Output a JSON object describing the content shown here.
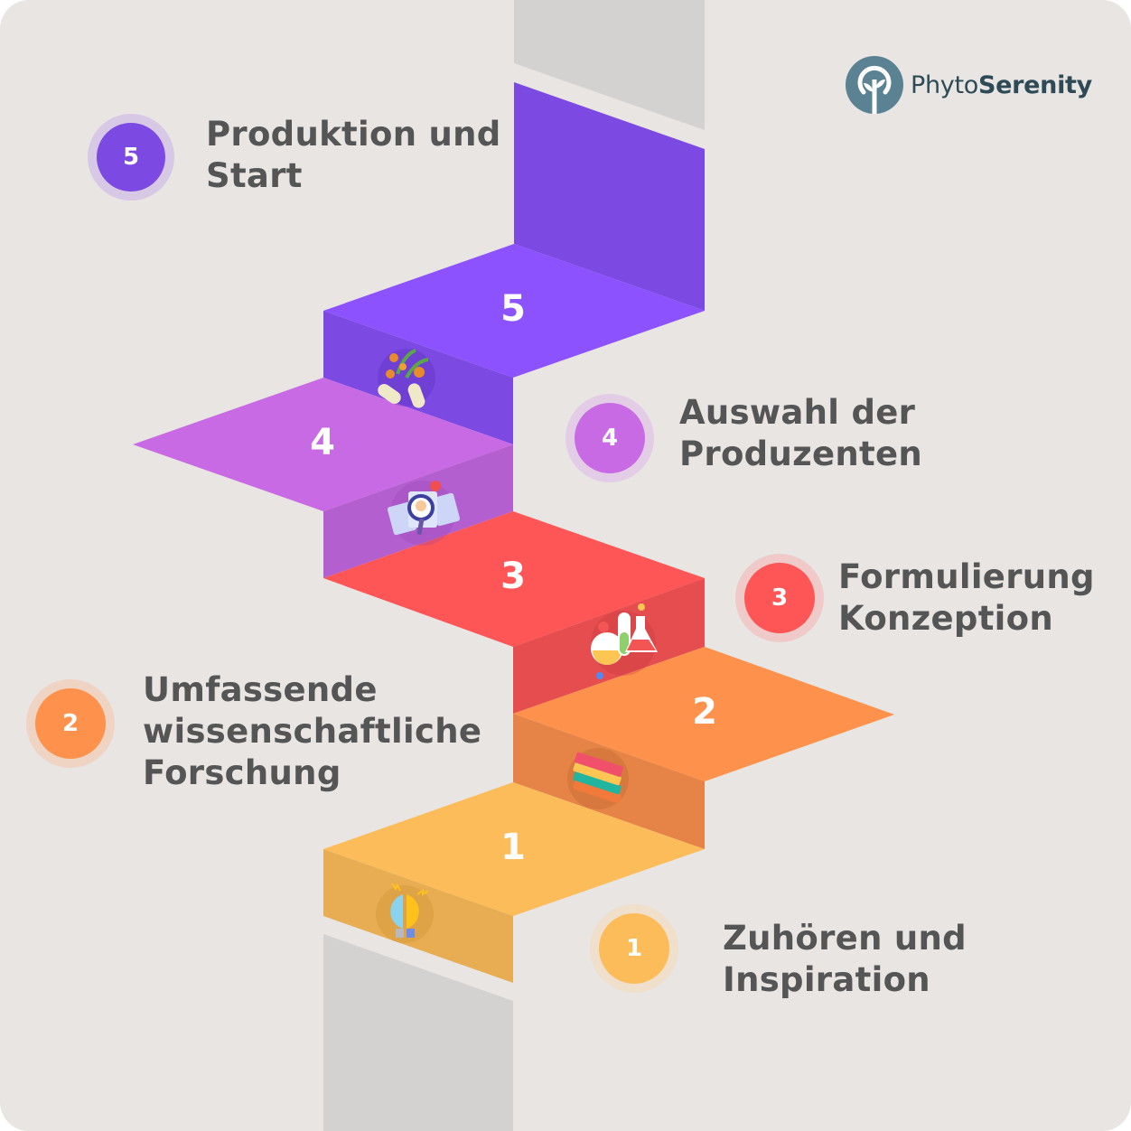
{
  "logo": {
    "name_light": "Phyto",
    "name_bold": "Serenity",
    "icon": "tree-sprout-icon",
    "color": "#5a8293"
  },
  "steps": [
    {
      "number": "1",
      "title_line1": "Zuhören und",
      "title_line2": "Inspiration",
      "title_line3": "",
      "icon": "brain-lightbulb-icon",
      "color_top": "#fdbc5a",
      "color_front": "#e8ad52",
      "badge_ring": "#efdfcb"
    },
    {
      "number": "2",
      "title_line1": "Umfassende",
      "title_line2": "wissenschaftliche",
      "title_line3": "Forschung",
      "icon": "books-stack-icon",
      "color_top": "#fe924c",
      "color_front": "#e68447",
      "badge_ring": "#efd3c3"
    },
    {
      "number": "3",
      "title_line1": "Formulierung",
      "title_line2": "Konzeption",
      "title_line3": "",
      "icon": "lab-flasks-icon",
      "color_top": "#fe5556",
      "color_front": "#e54d4f",
      "badge_ring": "#efcac9"
    },
    {
      "number": "4",
      "title_line1": "Auswahl der",
      "title_line2": "Produzenten",
      "title_line3": "",
      "icon": "candidate-search-icon",
      "color_top": "#c96ae5",
      "color_front": "#b45fcf",
      "badge_ring": "#e3cde6"
    },
    {
      "number": "5",
      "title_line1": "Produktion und",
      "title_line2": "Start",
      "title_line3": "",
      "icon": "herbal-capsules-icon",
      "color_top": "#8c52fe",
      "color_front": "#7c4ae3",
      "badge_ring": "#d7c8e6"
    }
  ]
}
